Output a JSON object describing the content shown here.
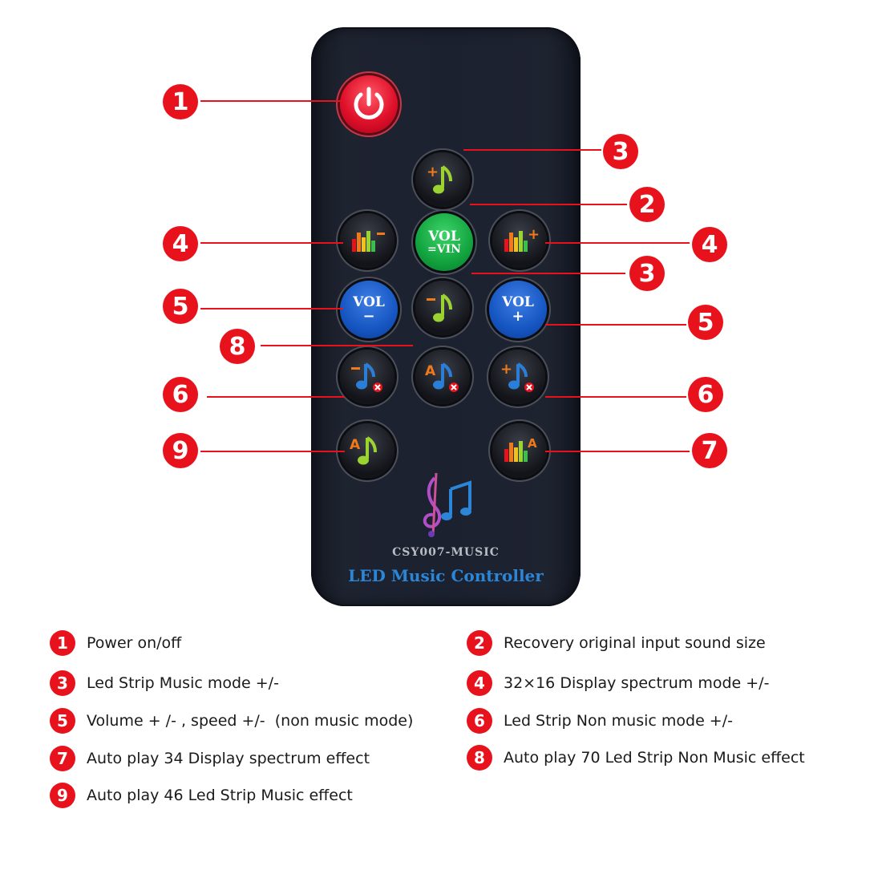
{
  "remote": {
    "buttons": {
      "vol_vin": {
        "line1": "VOL",
        "line2": "=VIN"
      },
      "vol_minus": {
        "line1": "VOL",
        "line2": "−"
      },
      "vol_plus": {
        "line1": "VOL",
        "line2": "+"
      }
    },
    "model": "CSY007-MUSIC",
    "brand": "LED Music Controller"
  },
  "callouts": [
    "1",
    "3",
    "2",
    "4",
    "4",
    "3",
    "5",
    "5",
    "8",
    "6",
    "6",
    "9",
    "7"
  ],
  "legend": [
    {
      "num": "1",
      "text": "Power on/off"
    },
    {
      "num": "2",
      "text": "Recovery original input sound size"
    },
    {
      "num": "3",
      "text": "Led Strip Music mode +/-"
    },
    {
      "num": "4",
      "text": "32×16 Display spectrum mode +/-"
    },
    {
      "num": "5",
      "text": "Volume + /- , speed +/-  (non music mode)"
    },
    {
      "num": "6",
      "text": "Led Strip Non music mode +/-"
    },
    {
      "num": "7",
      "text": "Auto play 34 Display spectrum effect"
    },
    {
      "num": "8",
      "text": "Auto play 70 Led Strip Non Music effect"
    },
    {
      "num": "9",
      "text": "Auto play 46 Led Strip Music effect"
    }
  ],
  "colors": {
    "accent_red": "#e8121c",
    "brand_blue": "#2b86d8",
    "remote_body": "#1c2130"
  },
  "icons": [
    "power-icon",
    "note-plus-icon",
    "note-minus-icon",
    "spectrum-minus-icon",
    "spectrum-plus-icon",
    "spectrum-auto-icon",
    "note-auto-icon",
    "note-cancel-minus-icon",
    "note-cancel-auto-icon",
    "note-cancel-plus-icon",
    "music-logo-icon"
  ]
}
